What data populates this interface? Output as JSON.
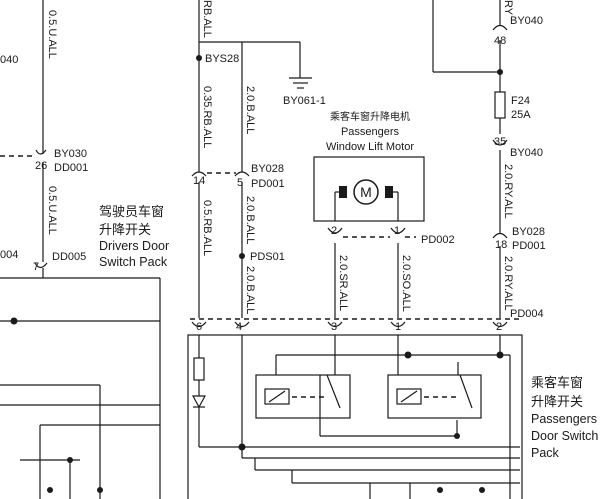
{
  "connectors": {
    "by040_top": "BY040",
    "by040_mid": "BY040",
    "bys28": "BYS28",
    "by061": "BY061-1",
    "by030": "BY030",
    "dd001": "DD001",
    "by028_left": "BY028",
    "pd001_left": "PD001",
    "pds01": "PDS01",
    "dd005": "DD005",
    "pd002": "PD002",
    "by028_right": "BY028",
    "pd001_right": "PD001",
    "pd004": "PD004",
    "left_040": "040",
    "left_004": "004"
  },
  "pins": {
    "p48": "48",
    "p35": "35",
    "p26": "26",
    "p14": "14",
    "p5": "5",
    "p7": "7",
    "p2_motor": "2",
    "p1_motor": "1",
    "p18": "18",
    "p6": "6",
    "p4": "4",
    "p3": "3",
    "p1_sw": "1",
    "p2_sw": "2"
  },
  "wires": {
    "w_rb_top": "RB.ALL",
    "w_035rb": "0.35.RB.ALL",
    "w_20b_top": "2.0.B.ALL",
    "w_05u_top": "0.5.U.ALL",
    "w_05u_mid": "0.5.U.ALL",
    "w_05rb": "0.5.RB.ALL",
    "w_20b_mid": "2.0.B.ALL",
    "w_20b_bot": "2.0.B.ALL",
    "w_20sr": "2.0.SR.ALL",
    "w_20so": "2.0.SO.ALL",
    "w_20ry_top": "2.0.RY.ALL",
    "w_20ry_bot": "2.0.RY.ALL",
    "w_ry_top": "RY"
  },
  "fuse": {
    "name": "F24",
    "rating": "25A"
  },
  "motor": {
    "cn": "乘客车窗升降电机",
    "en1": "Passengers",
    "en2": "Window Lift Motor",
    "symbol": "M"
  },
  "driver_switch": {
    "cn1": "驾驶员车窗",
    "cn2": "升降开关",
    "en1": "Drivers Door",
    "en2": "Switch Pack"
  },
  "passenger_switch": {
    "cn1": "乘客车窗",
    "cn2": "升降开关",
    "en1": "Passengers",
    "en2": "Door Switch",
    "en3": "Pack"
  }
}
